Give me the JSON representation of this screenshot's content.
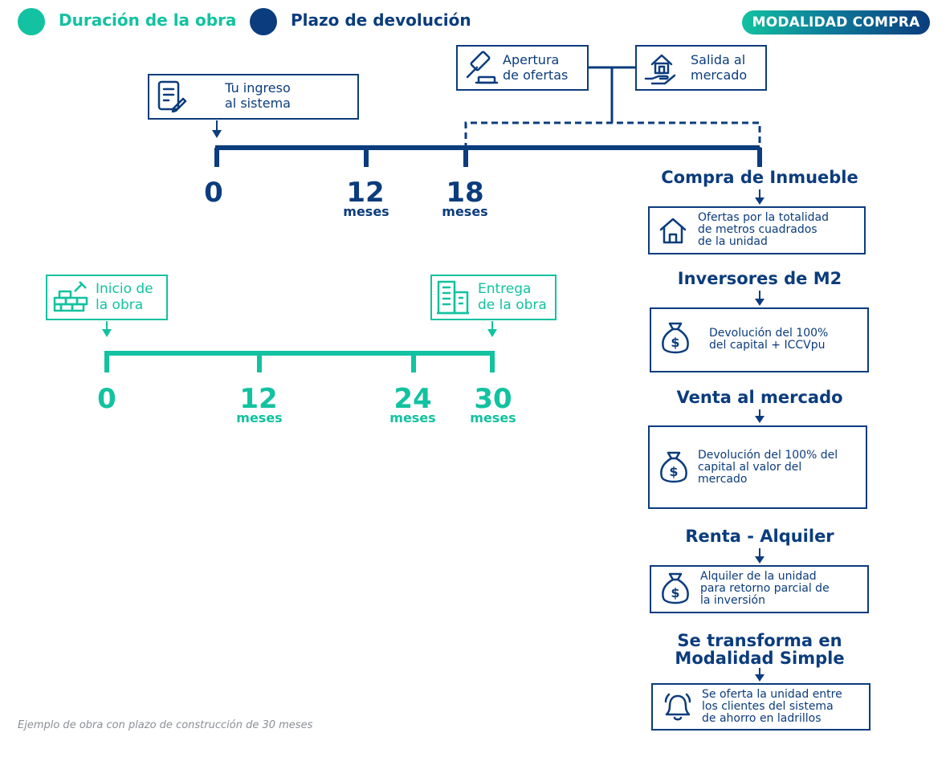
{
  "legend": {
    "duracion_label": "Duración de la obra",
    "plazo_label": "Plazo de devolución",
    "colors": {
      "teal": "#12c2a0",
      "navy": "#0b3c7d"
    }
  },
  "badge": "MODALIDAD COMPRA",
  "top_boxes": {
    "apertura": "Apertura\nde ofertas",
    "salida": "Salida al\nmercado",
    "ingreso": "Tu ingreso\nal sistema"
  },
  "navy_timeline": {
    "ticks": [
      {
        "value": "0",
        "unit": ""
      },
      {
        "value": "12",
        "unit": "meses"
      },
      {
        "value": "18",
        "unit": "meses"
      }
    ]
  },
  "teal_boxes": {
    "inicio": "Inicio de\nla obra",
    "entrega": "Entrega\nde la obra"
  },
  "teal_timeline": {
    "ticks": [
      {
        "value": "0",
        "unit": ""
      },
      {
        "value": "12",
        "unit": "meses"
      },
      {
        "value": "24",
        "unit": "meses"
      },
      {
        "value": "30",
        "unit": "meses"
      }
    ]
  },
  "options": [
    {
      "title": "Compra de Inmueble",
      "text": "Ofertas por la totalidad\nde metros cuadrados\nde la unidad",
      "icon": "house-icon"
    },
    {
      "title": "Inversores de M2",
      "text": "Devolución del 100%\ndel capital + ICCVpu",
      "icon": "money-bag-icon"
    },
    {
      "title": "Venta al mercado",
      "text": "Devolución del 100% del\ncapital al valor del\nmercado",
      "icon": "money-bag-icon"
    },
    {
      "title": "Renta - Alquiler",
      "text": "Alquiler de la unidad\npara retorno parcial de\nla inversión",
      "icon": "money-bag-icon"
    },
    {
      "title": "Se transforma en\nModalidad Simple",
      "text": "Se oferta la unidad entre\nlos clientes del sistema\nde ahorro en ladrillos",
      "icon": "bell-icon"
    }
  ],
  "footnote": "Ejemplo de obra con plazo de construcción de 30 meses"
}
